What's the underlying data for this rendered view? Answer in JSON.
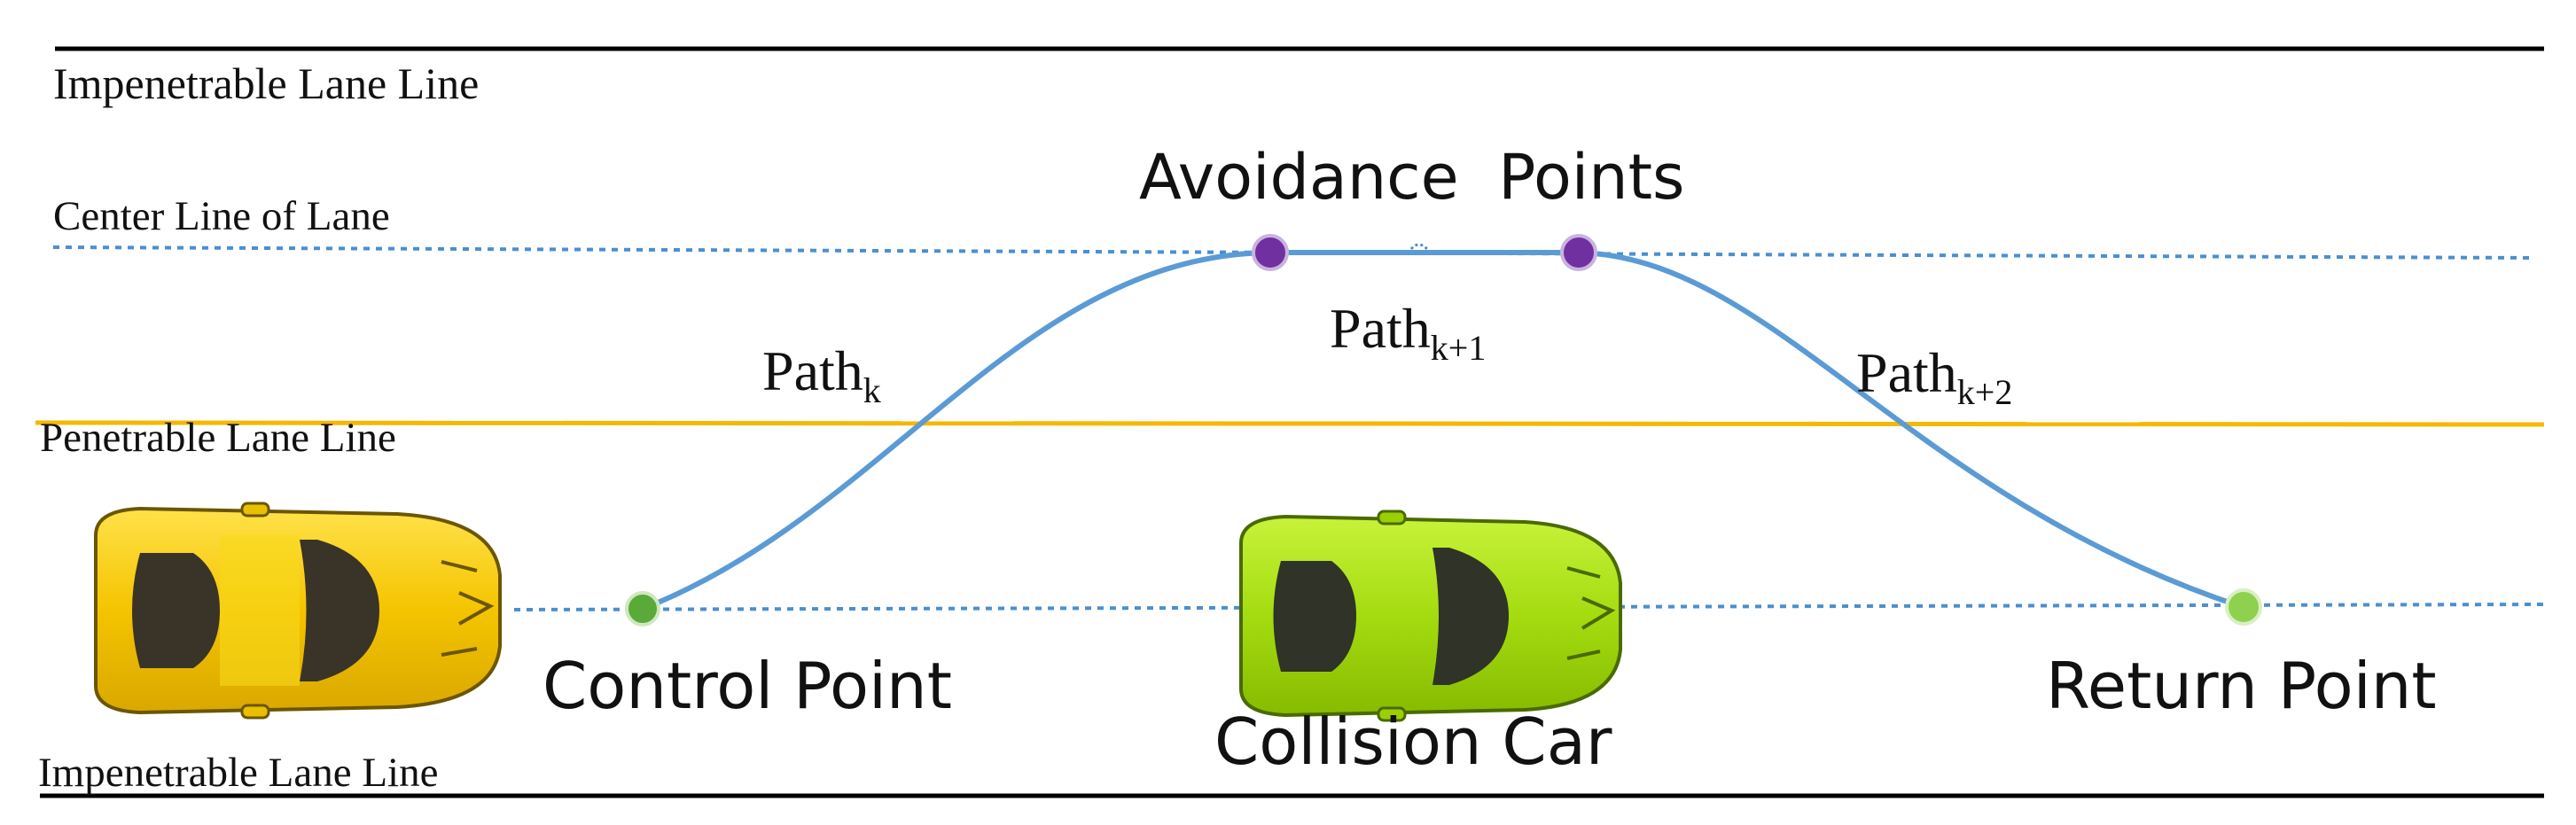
{
  "labels": {
    "top_lane": "Impenetrable Lane Line",
    "center_lane": "Center Line of Lane",
    "penetrable_lane": "Penetrable Lane Line",
    "bottom_lane": "Impenetrable Lane Line",
    "avoidance_points": "Avoidance  Points",
    "control_point": "Control Point",
    "return_point": "Return Point",
    "collision_car": "Collision Car",
    "path_k": {
      "base": "Path",
      "sub": "k"
    },
    "path_k1": {
      "base": "Path",
      "sub": "k+1"
    },
    "path_k2": {
      "base": "Path",
      "sub": "k+2"
    }
  },
  "colors": {
    "impenetrable_line": "#000000",
    "dashed_center": "#4a8fd0",
    "penetrable_line": "#f5b800",
    "path": "#5b9bd5",
    "avoidance_point": "#7030a0",
    "control_point": "#5aaa3a",
    "return_point": "#8fd14f",
    "ego_car": "#f4d000",
    "collision_car": "#a8e000"
  },
  "icons": {
    "ego_car": "yellow-car-top-view-icon",
    "collision_car": "green-car-top-view-icon"
  }
}
